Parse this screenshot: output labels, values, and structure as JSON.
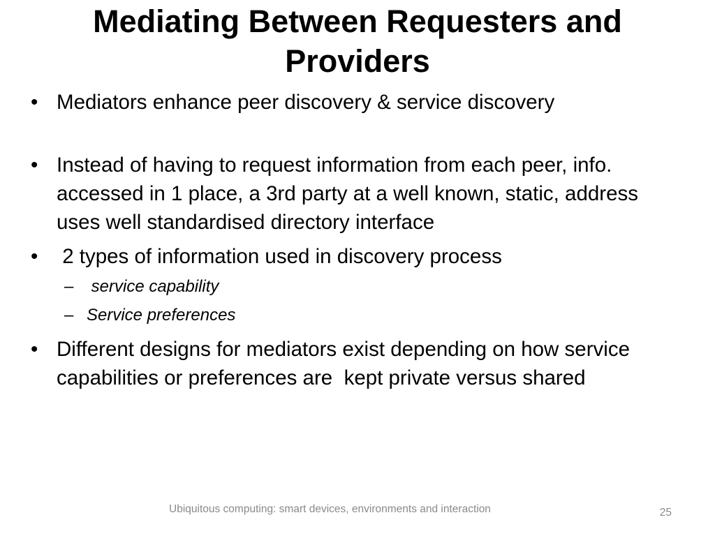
{
  "slide": {
    "title": "Mediating Between Requesters and Providers",
    "bullets": [
      {
        "mark": "•",
        "text": "Mediators enhance peer discovery & service discovery"
      },
      {
        "mark": "•",
        "text": "Instead of having to request information from each peer, info. accessed in 1 place, a 3rd party at a well known, static, address uses well standardised directory interface"
      },
      {
        "mark": "•",
        "text": " 2 types of information used in discovery process"
      },
      {
        "mark": "•",
        "text": "Different designs for mediators exist depending on how service capabilities or preferences are  kept private versus shared"
      }
    ],
    "sub_bullets": [
      {
        "mark": "–",
        "text": " service capability"
      },
      {
        "mark": "–",
        "text": "Service preferences"
      }
    ],
    "footer": "Ubiquitous computing: smart devices, environments and interaction",
    "page_number": "25"
  }
}
